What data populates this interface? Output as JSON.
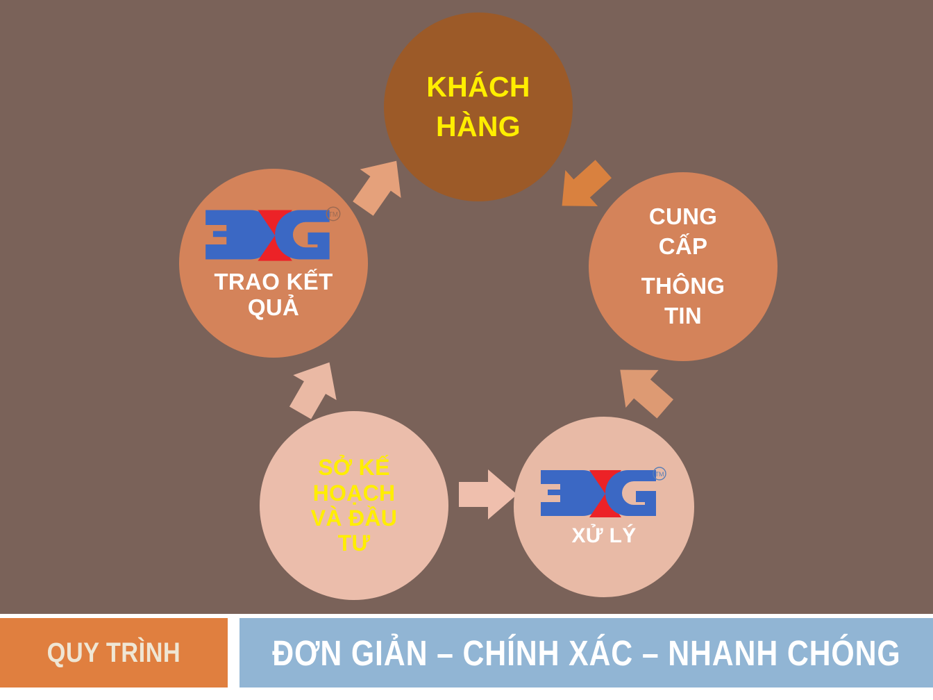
{
  "page": {
    "type": "process-cycle-infographic",
    "background_color": "#7a6259"
  },
  "cycle": {
    "nodes": [
      {
        "id": "customer",
        "label": "KHÁCH\nHÀNG",
        "text_color": "#ffee00",
        "circle_color": "#9c5a28",
        "has_logo": false
      },
      {
        "id": "supply-info",
        "label_line1": "CUNG\nCẤP",
        "label_line2": "THÔNG\nTIN",
        "text_color": "#ffffff",
        "circle_color": "#d4835a",
        "has_logo": false
      },
      {
        "id": "processing",
        "label": "XỬ LÝ",
        "text_color": "#ffffff",
        "circle_color": "#e8baa6",
        "has_logo": true
      },
      {
        "id": "department",
        "label": "SỞ KẾ\nHOẠCH\nVÀ ĐẦU\nTƯ",
        "text_color": "#ffee00",
        "circle_color": "#ebbdab",
        "has_logo": false
      },
      {
        "id": "deliver-result",
        "label": "TRAO KẾT\nQUẢ",
        "text_color": "#ffffff",
        "circle_color": "#d4835a",
        "has_logo": true
      }
    ],
    "arrows": [
      {
        "id": "customer-to-supply",
        "direction": "down-right",
        "color": "#d9813f"
      },
      {
        "id": "supply-to-processing",
        "direction": "down-left",
        "color": "#dd9a73"
      },
      {
        "id": "processing-to-department",
        "direction": "left",
        "color": "#efbfad"
      },
      {
        "id": "department-to-result",
        "direction": "up-left",
        "color": "#eab9a4"
      },
      {
        "id": "result-to-customer",
        "direction": "up-right",
        "color": "#e5a17b"
      }
    ]
  },
  "logo": {
    "letter_d": "D",
    "letter_n": "N",
    "letter_g": "G",
    "trademark": "TM",
    "blue": "#3b68c4",
    "red": "#ec2227"
  },
  "banner": {
    "tag": "QUY TRÌNH",
    "tag_bg": "#e07f3f",
    "tag_text_color": "#efe6d4",
    "slogan": "ĐƠN GIẢN – CHÍNH XÁC – NHANH CHÓNG",
    "slogan_bg": "#91b5d4",
    "slogan_text_color": "#ffffff"
  }
}
